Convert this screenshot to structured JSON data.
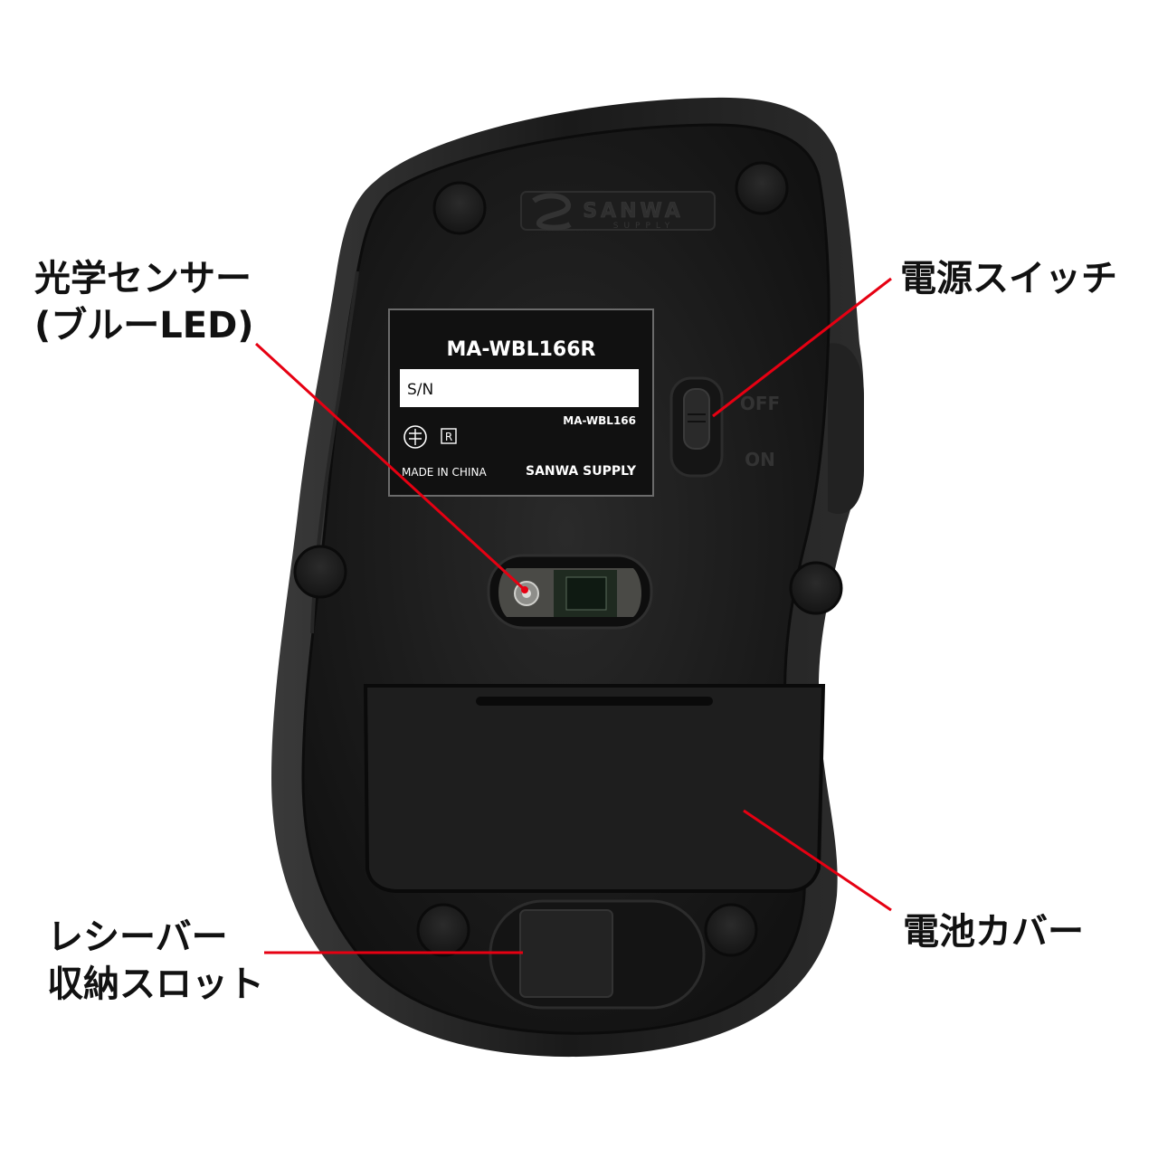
{
  "callouts": {
    "sensor": {
      "line1": "光学センサー",
      "line2": "(ブルーLED)"
    },
    "power": {
      "label": "電源スイッチ"
    },
    "cover": {
      "label": "電池カバー"
    },
    "receiver": {
      "line1": "レシーバー",
      "line2": "収納スロット"
    }
  },
  "label": {
    "model": "MA-WBL166R",
    "serial_label": "S/N",
    "sub_model": "MA-WBL166",
    "origin": "MADE IN CHINA",
    "brand": "SANWA SUPPLY",
    "cert_mark": "R"
  },
  "switch": {
    "off_label": "OFF",
    "on_label": "ON"
  },
  "logo": {
    "brand_main": "SANWA",
    "brand_sub": "SUPPLY"
  },
  "colors": {
    "callout_line": "#e60012",
    "body": "#1a1a1a",
    "label_bg": "#111111"
  }
}
